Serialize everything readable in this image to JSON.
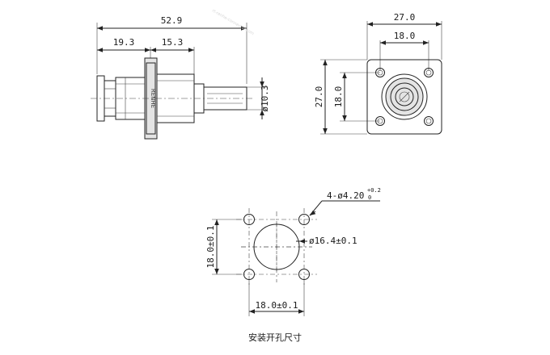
{
  "side_view": {
    "dim_overall": "52.9",
    "dim_left": "19.3",
    "dim_mid": "15.3",
    "dim_diameter": "ø10.3",
    "brand": "RENHE"
  },
  "front_view": {
    "dim_width_outer": "27.0",
    "dim_width_inner": "18.0",
    "dim_height_outer": "27.0",
    "dim_height_inner": "18.0"
  },
  "mounting": {
    "hole_callout_base": "4-ø4.20",
    "hole_tol_upper": "+0.2",
    "hole_tol_lower": "0",
    "center_hole": "ø16.4±0.1",
    "dim_vertical": "18.0±0.1",
    "dim_horizontal": "18.0±0.1",
    "caption": "安装开孔尺寸"
  },
  "watermark": "rt-renhe-connector.com"
}
